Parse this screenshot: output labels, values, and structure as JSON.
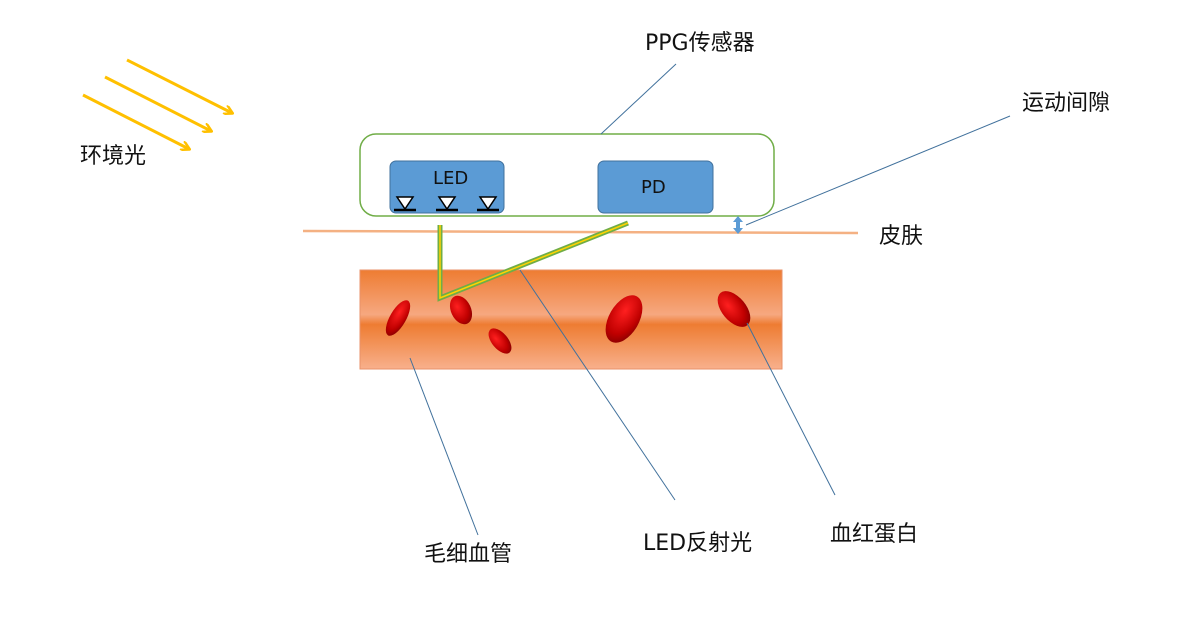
{
  "labels": {
    "ambient_light": "环境光",
    "ppg_sensor": "PPG传感器",
    "motion_gap": "运动间隙",
    "skin": "皮肤",
    "led": "LED",
    "pd": "PD",
    "capillary": "毛细血管",
    "led_reflected_light": "LED反射光",
    "hemoglobin": "血红蛋白"
  },
  "colors": {
    "arrow_yellow": "#FFC000",
    "sensor_outline": "#70AD47",
    "component_blue": "#5B9BD5",
    "skin_line": "#F4B183",
    "vessel_orange": "#ED7D31",
    "blood_cell_red": "#C00000",
    "light_path_green": "#70AD47",
    "leader_line": "#41719C"
  },
  "icons": {
    "led_diode": "diode-symbol-icon",
    "gap_arrow": "double-arrow-icon"
  }
}
